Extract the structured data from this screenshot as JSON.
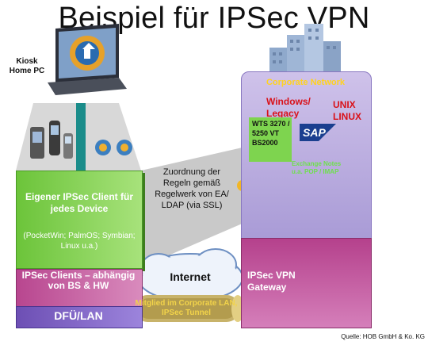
{
  "title": "Beispiel für IPSec VPN",
  "kiosk_label": "Kiosk\nHome PC",
  "client": {
    "title": "Eigener IPSec Client für jedes Device",
    "devices": "(PocketWin; PalmOS; Symbian; Linux u.a.)"
  },
  "clients": {
    "text": "IPSec Clients – abhängig von BS & HW"
  },
  "access": {
    "text": "DFÜ/LAN"
  },
  "corporate": {
    "network": "Corporate Network",
    "windows": "Windows/ Legacy",
    "unix": "UNIX LINUX",
    "legacy_systems": "WTS 3270 / 5250 VT BS2000",
    "sap": "SAP",
    "exchange": "Exchange Notes u.a. POP / IMAP"
  },
  "mapping": "Zuordnung der Regeln gemäß Regelwerk von EA/ LDAP (via SSL)",
  "internet": "Internet",
  "tunnel": "Mitglied im Corporate LAN, IPSec Tunnel",
  "gateway": "IPSec VPN Gateway",
  "source": "Quelle: HOB GmbH & Ko. KG",
  "colors": {
    "client_green": "#7ccc4a",
    "clients_magenta": "#c25a9e",
    "dfu_purple": "#8067c8",
    "corp_lavender": "#bcaee0",
    "gateway_magenta": "#c45a9f",
    "text_red": "#d9121a",
    "text_yellow": "#ffd21f"
  },
  "icons": [
    "laptop-icon",
    "pda-icon",
    "phone-icon",
    "hob-logo-icon",
    "building-icon",
    "puzzle-icon",
    "cloud-icon",
    "tunnel-icon",
    "sap-logo-icon"
  ]
}
